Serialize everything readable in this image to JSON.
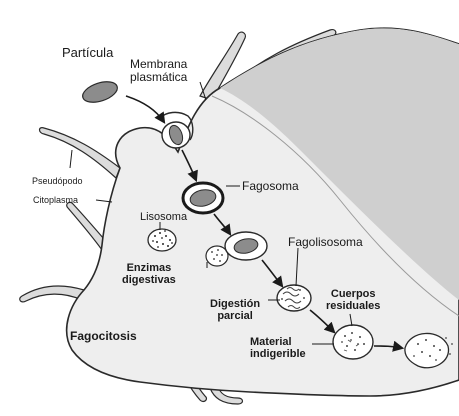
{
  "labels": {
    "particle": "Partícula",
    "membrane_line1": "Membrana",
    "membrane_line2": "plasmática",
    "pseudopod": "Pseudópodo",
    "cytoplasm": "Citoplasma",
    "phagosome": "Fagosoma",
    "lysosome": "Lisosoma",
    "enzymes_line1": "Enzimas",
    "enzymes_line2": "digestivas",
    "phagolysosome": "Fagolisosoma",
    "partial_digestion_line1": "Digestión",
    "partial_digestion_line2": "parcial",
    "residual_bodies_line1": "Cuerpos",
    "residual_bodies_line2": "residuales",
    "indigestible_line1": "Material",
    "indigestible_line2": "indigerible",
    "phagocytosis": "Fagocitosis"
  },
  "colors": {
    "cell_fill": "#eeeeee",
    "cell_shadow": "#cfcfcf",
    "outline": "#2a2a2a",
    "particle": "#8c8c8c",
    "text": "#1a1a1a"
  }
}
